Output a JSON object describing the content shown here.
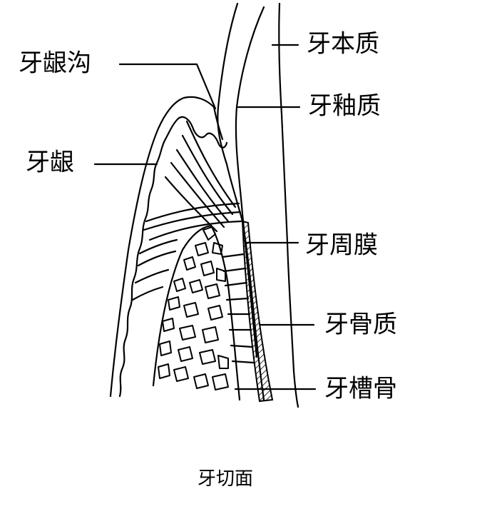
{
  "diagram": {
    "labels": {
      "gingival_sulcus": "牙龈沟",
      "gingiva": "牙龈",
      "dentin": "牙本质",
      "enamel": "牙釉质",
      "periodontal_ligament": "牙周膜",
      "cementum": "牙骨质",
      "alveolar_bone": "牙槽骨"
    },
    "caption": "牙切面",
    "colors": {
      "ink": "#000000",
      "background": "#ffffff"
    }
  }
}
